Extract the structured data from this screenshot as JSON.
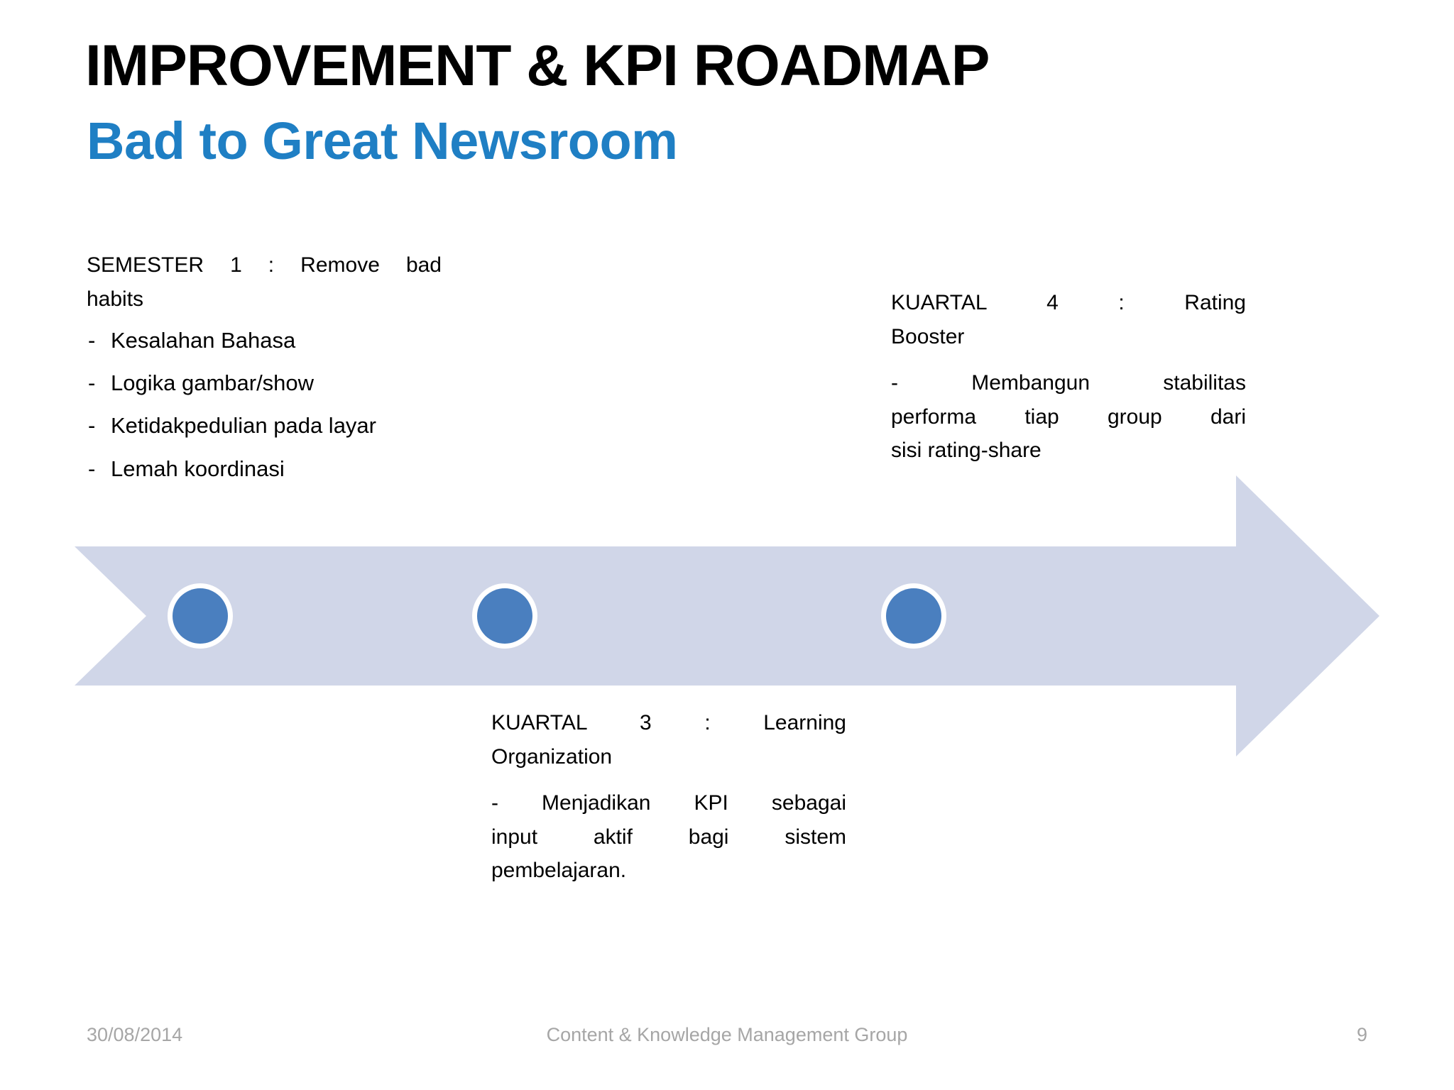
{
  "slide": {
    "title_main": "IMPROVEMENT & KPI ROADMAP",
    "title_sub": "Bad to Great Newsroom",
    "accent_color": "#1f7fc4",
    "arrow_fill": "#d0d6e8",
    "marker_fill": "#4a7fbf",
    "marker_ring": "#ffffff"
  },
  "semester": {
    "heading_line1": "SEMESTER 1 : Remove bad",
    "heading_line2": "habits",
    "bullets": [
      {
        "dash": "-",
        "text": "Kesalahan Bahasa"
      },
      {
        "dash": "-",
        "text": "Logika gambar/show"
      },
      {
        "dash": "-",
        "text": "Ketidakpedulian pada layar"
      },
      {
        "dash": "-",
        "text": "Lemah koordinasi"
      }
    ]
  },
  "kuartal4": {
    "heading_line1": "KUARTAL 4 : Rating",
    "heading_line2": "Booster",
    "body_line1": "- Membangun stabilitas",
    "body_line2": "performa tiap group dari",
    "body_line3": "sisi rating-share"
  },
  "kuartal3": {
    "heading_line1": "KUARTAL 3 : Learning",
    "heading_line2": "Organization",
    "body_line1": "- Menjadikan KPI sebagai",
    "body_line2": "input aktif bagi sistem",
    "body_line3": "pembelajaran."
  },
  "milestones": [
    {
      "name": "milestone-1"
    },
    {
      "name": "milestone-2"
    },
    {
      "name": "milestone-3"
    }
  ],
  "footer": {
    "date": "30/08/2014",
    "center": "Content & Knowledge Management Group",
    "page": "9"
  }
}
